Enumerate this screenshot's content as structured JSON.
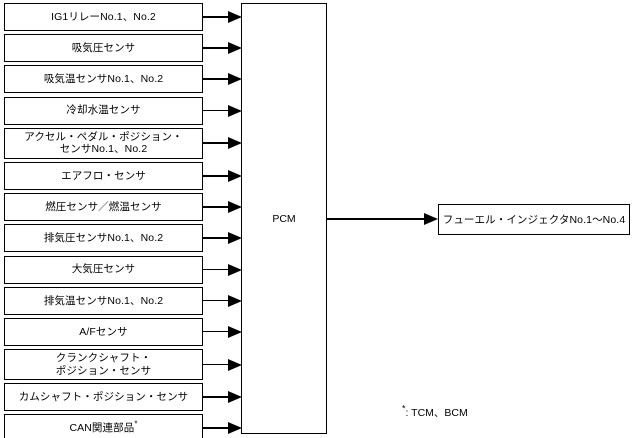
{
  "diagram": {
    "title": "PCM fuel injection input/output block diagram",
    "inputs": [
      {
        "label": "IG1リレーNo.1、No.2",
        "lines": 1
      },
      {
        "label": "吸気圧センサ",
        "lines": 1
      },
      {
        "label": "吸気温センサNo.1、No.2",
        "lines": 1
      },
      {
        "label": "冷却水温センサ",
        "lines": 1
      },
      {
        "label": "アクセル・ペダル・ポジション・\nセンサNo.1、No.2",
        "lines": 2
      },
      {
        "label": "エアフロ・センサ",
        "lines": 1
      },
      {
        "label": "燃圧センサ／燃温センサ",
        "lines": 1
      },
      {
        "label": "排気圧センサNo.1、No.2",
        "lines": 1
      },
      {
        "label": "大気圧センサ",
        "lines": 1
      },
      {
        "label": "排気温センサNo.1、No.2",
        "lines": 1
      },
      {
        "label": "A/Fセンサ",
        "lines": 1
      },
      {
        "label": "クランクシャフト・\nポジション・センサ",
        "lines": 2
      },
      {
        "label": "カムシャフト・ポジション・センサ",
        "lines": 1
      },
      {
        "label": "CAN関連部品",
        "lines": 1,
        "footnote_marker": "*"
      }
    ],
    "controller": {
      "label": "PCM"
    },
    "outputs": [
      {
        "label": "フューエル・インジェクタNo.1〜No.4"
      }
    ],
    "footnote": {
      "marker": "*",
      "text": ": TCM、BCM"
    },
    "colors": {
      "line": "#000000",
      "background": "#ffffff",
      "text": "#000000"
    }
  }
}
